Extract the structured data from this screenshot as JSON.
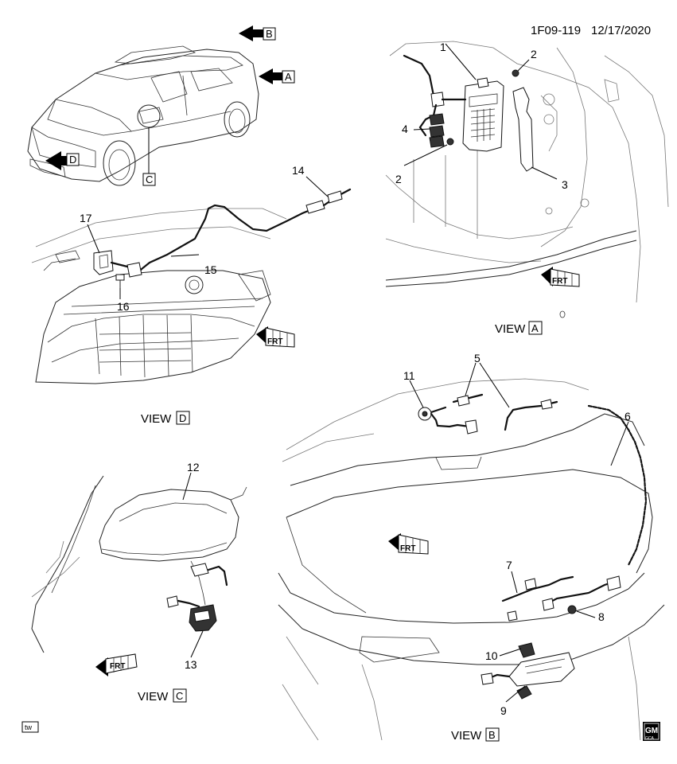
{
  "header": {
    "doc_id": "1F09-119",
    "date": "12/17/2020"
  },
  "callouts": [
    "1",
    "2",
    "2",
    "3",
    "4",
    "5",
    "6",
    "7",
    "8",
    "9",
    "10",
    "11",
    "12",
    "13",
    "14",
    "15",
    "16",
    "17"
  ],
  "view_letters": {
    "a": "A",
    "b": "B",
    "c": "C",
    "d": "D"
  },
  "view_titles": {
    "a": "VIEW",
    "b": "VIEW",
    "c": "VIEW",
    "d": "VIEW"
  },
  "frt_label": "FRT",
  "footer": {
    "tw_box": "tw",
    "logo_top": "GM",
    "logo_bottom": "GCA"
  }
}
